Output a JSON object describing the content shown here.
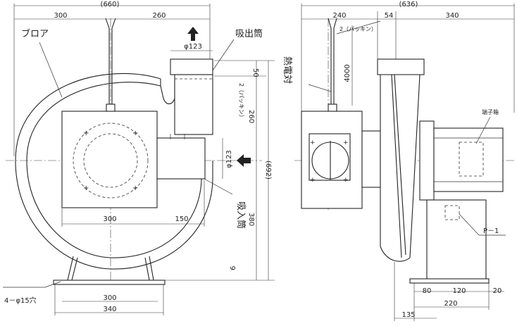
{
  "dimensions": {
    "front_total_width": "(660)",
    "front_left_width": "300",
    "front_right_width": "260",
    "outlet_diameter": "φ123",
    "outlet_height": "50",
    "outlet_to_center": "260",
    "total_height": "(692)",
    "inlet_diameter": "φ123",
    "inlet_length": "150",
    "bottom_to_center": "380",
    "base_gap": "6",
    "motor_box_width": "300",
    "base_inner": "300",
    "base_outer": "340",
    "hole_spec": "4－φ15穴",
    "gasket_front": "2（パッキン）",
    "gasket_side": "2（パッキン）",
    "side_total_width": "(636)",
    "side_left": "240",
    "side_middle": "54",
    "side_right": "340",
    "cable_length": "4000",
    "side_base_a": "80",
    "side_base_b": "120",
    "side_base_c": "20",
    "side_base_d": "220",
    "side_base_e": "135"
  },
  "labels": {
    "blower": "ブロア",
    "outlet": "吸出筒",
    "inlet": "吸入筒",
    "thermocouple": "熱電対",
    "terminal_box": "端子箱",
    "p1": "P－1"
  }
}
